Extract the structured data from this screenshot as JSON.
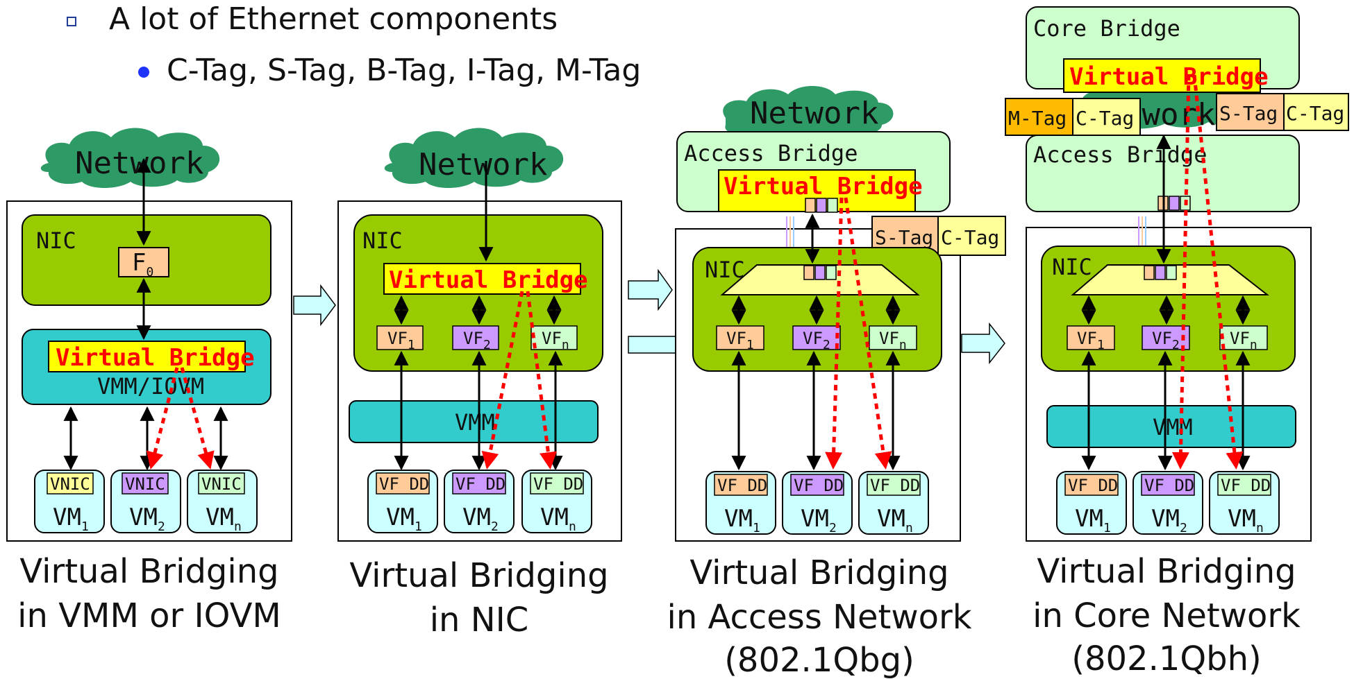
{
  "bullets": {
    "level1": "A lot of Ethernet components",
    "level2": "C-Tag, S-Tag, B-Tag, I-Tag, M-Tag"
  },
  "common": {
    "network": "Network",
    "nic": "NIC",
    "virtual_bridge": "Virtual Bridge",
    "vmm": "VMM",
    "vmm_iovm": "VMM/IOVM",
    "access_bridge": "Access Bridge",
    "core_bridge": "Core Bridge",
    "vnic": "VNIC",
    "vf_dd": "VF DD",
    "vm": "VM",
    "vf": "VF",
    "f0": "F",
    "sub_0": "0",
    "sub_1": "1",
    "sub_2": "2",
    "sub_n": "n"
  },
  "tags": {
    "s_tag": "S-Tag",
    "c_tag": "C-Tag",
    "m_tag": "M-Tag"
  },
  "captions": {
    "p1": [
      "Virtual Bridging",
      "in VMM or IOVM"
    ],
    "p2": [
      "Virtual Bridging",
      "in NIC"
    ],
    "p3": [
      "Virtual Bridging",
      "in Access Network",
      "(802.1Qbg)"
    ],
    "p4": [
      "Virtual Bridging",
      "in Core Network",
      "(802.1Qbh)"
    ]
  },
  "colors": {
    "cloud": "#2e9a66",
    "nic": "#99cc00",
    "vmm": "#33cccc",
    "vm_box": "#ccffff",
    "bridge_box": "#ccffcc",
    "vb_fill": "#ffff00",
    "vb_text": "#ff0000",
    "orange": "#ffcc99",
    "purple": "#cc99ff",
    "lightgreen": "#ccffcc",
    "yellow_tag": "#ffff99",
    "mtag": "#ffbb00",
    "arrow_fill": "#ccffff"
  }
}
